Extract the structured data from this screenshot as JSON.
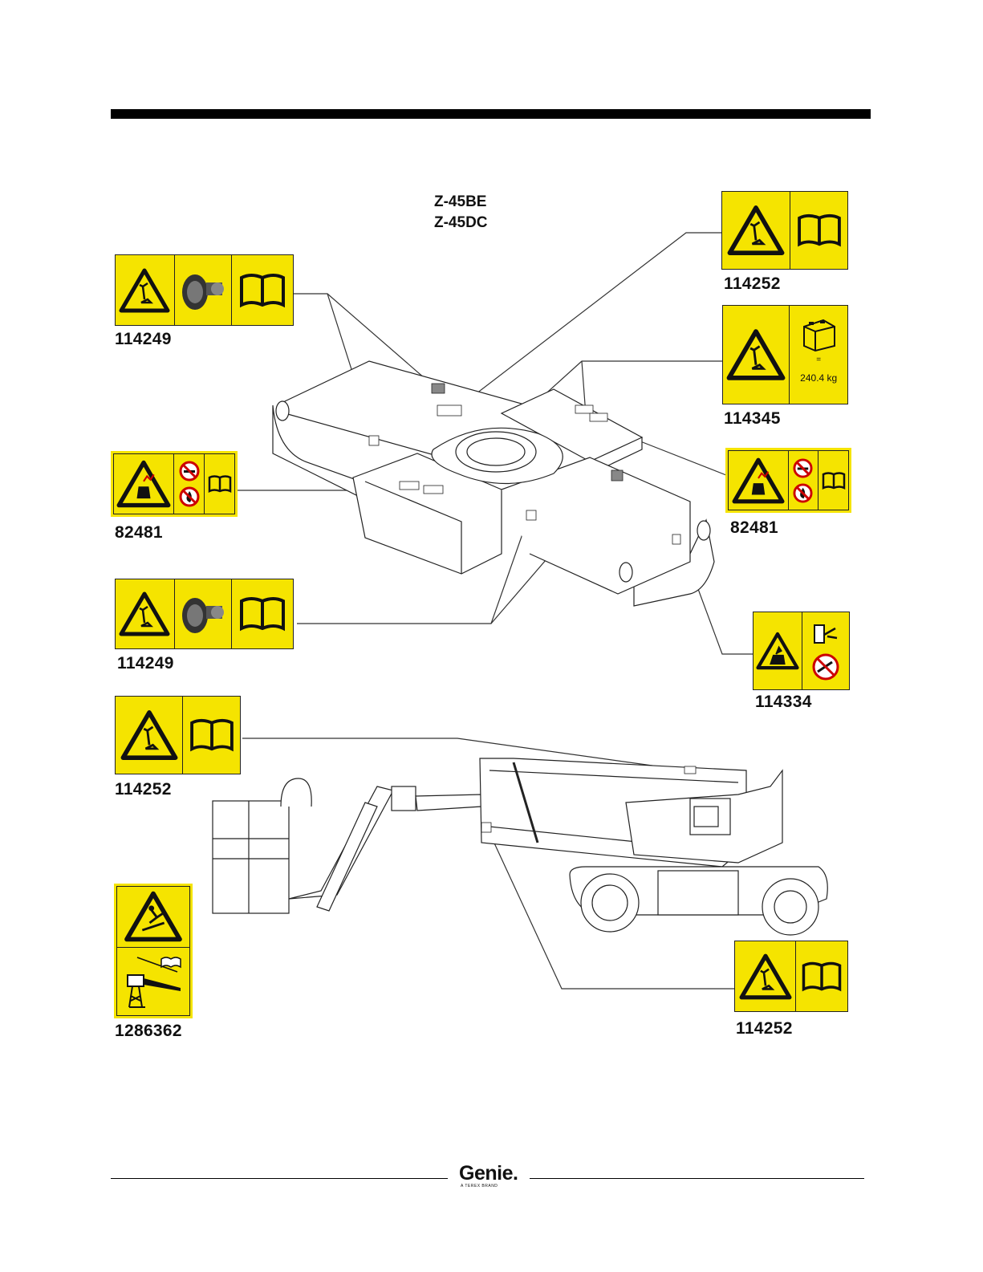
{
  "document": {
    "models": [
      "Z-45BE",
      "Z-45DC"
    ]
  },
  "decals": [
    {
      "id": "d1",
      "number": "114249",
      "icons": [
        "tip-over-warning-icon",
        "tire-wheel-icon",
        "manual-book-icon"
      ]
    },
    {
      "id": "d2",
      "number": "114252",
      "icons": [
        "tip-over-warning-icon",
        "manual-book-icon"
      ]
    },
    {
      "id": "d3",
      "number": "114345",
      "icons": [
        "tip-over-warning-icon",
        "battery-weight-icon"
      ],
      "weight": "240.4 kg",
      "equals": "="
    },
    {
      "id": "d4",
      "number": "82481",
      "icons": [
        "explosion-warning-icon",
        "no-smoking-icon",
        "no-flame-icon",
        "manual-book-icon"
      ]
    },
    {
      "id": "d5",
      "number": "82481",
      "icons": [
        "explosion-warning-icon",
        "no-smoking-icon",
        "no-flame-icon",
        "manual-book-icon"
      ]
    },
    {
      "id": "d6",
      "number": "114249",
      "icons": [
        "tip-over-warning-icon",
        "tire-wheel-icon",
        "manual-book-icon"
      ]
    },
    {
      "id": "d7",
      "number": "114334",
      "icons": [
        "electrocution-warning-icon",
        "plug-in-icon",
        "no-extension-cord-icon"
      ]
    },
    {
      "id": "d8",
      "number": "114252",
      "icons": [
        "tip-over-warning-icon",
        "manual-book-icon"
      ]
    },
    {
      "id": "d9",
      "number": "1286362",
      "icons": [
        "fall-hazard-warning-icon",
        "platform-manual-icon"
      ]
    },
    {
      "id": "d10",
      "number": "114252",
      "icons": [
        "tip-over-warning-icon",
        "manual-book-icon"
      ]
    }
  ],
  "footer": {
    "brand": "Genie.",
    "sub": "A TEREX BRAND"
  },
  "colors": {
    "decal_yellow": "#f5e400",
    "ink": "#111111"
  }
}
